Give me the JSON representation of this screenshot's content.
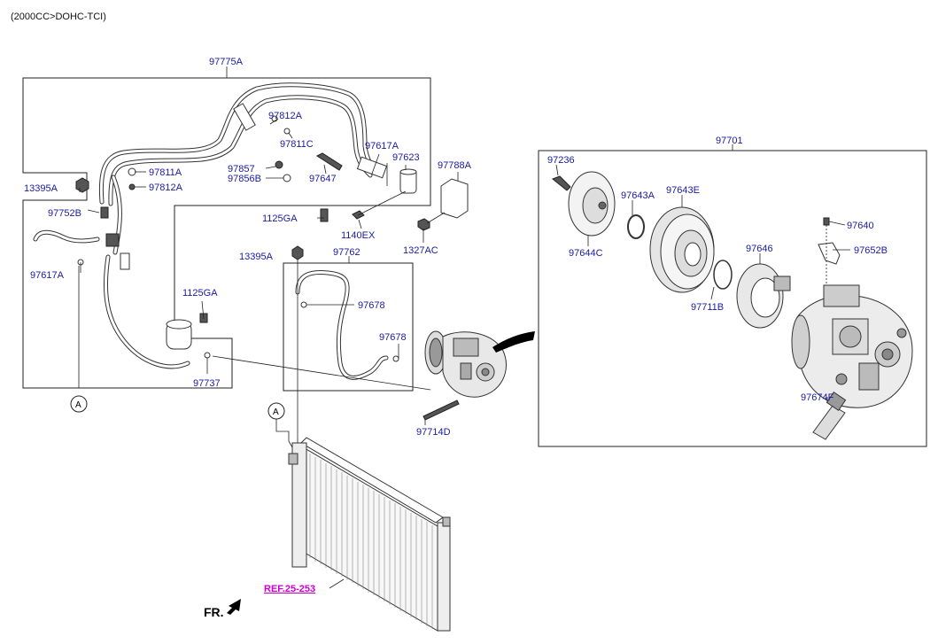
{
  "header": {
    "engine": "(2000CC>DOHC-TCI)"
  },
  "groups": {
    "hose_assembly": "97775A",
    "compressor_assembly": "97701",
    "discharge_hose": "97762"
  },
  "labels": {
    "p97812A_top": "97812A",
    "p97811C": "97811C",
    "p97617A_top": "97617A",
    "p97623": "97623",
    "p97788A": "97788A",
    "p97857": "97857",
    "p97856B": "97856B",
    "p97647": "97647",
    "p97811A": "97811A",
    "p97812A_left": "97812A",
    "p13395A_left": "13395A",
    "p97752B": "97752B",
    "p1125GA_top": "1125GA",
    "p1140EX": "1140EX",
    "p1327AC": "1327AC",
    "p13395A_mid": "13395A",
    "p97617A_left": "97617A",
    "p1125GA_mid": "1125GA",
    "p97678_a": "97678",
    "p97678_b": "97678",
    "p97737": "97737",
    "p97714D": "97714D",
    "p97236": "97236",
    "p97643A": "97643A",
    "p97643E": "97643E",
    "p97644C": "97644C",
    "p97640": "97640",
    "p97646": "97646",
    "p97652B": "97652B",
    "p97711B": "97711B",
    "p97674F": "97674F"
  },
  "markers": {
    "circle_a_1": "A",
    "circle_a_2": "A"
  },
  "reference": "REF.25-253",
  "front_indicator": "FR."
}
